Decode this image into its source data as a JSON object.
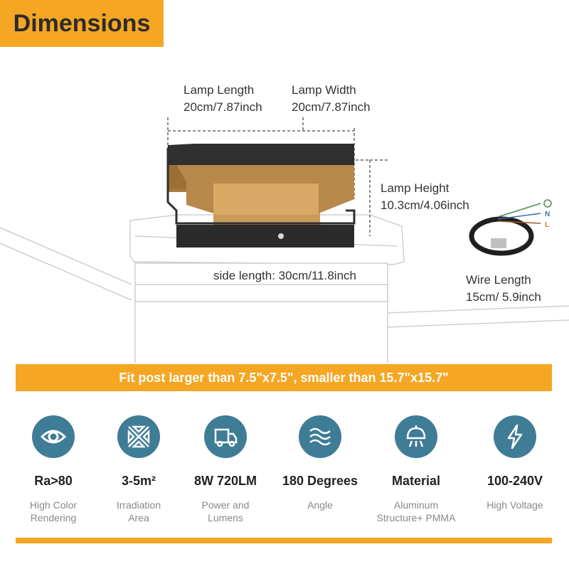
{
  "title": "Dimensions",
  "dimensions": {
    "lamp_length": {
      "label": "Lamp Length",
      "value": "20cm/7.87inch"
    },
    "lamp_width": {
      "label": "Lamp Width",
      "value": "20cm/7.87inch"
    },
    "lamp_height": {
      "label": "Lamp Height",
      "value": "10.3cm/4.06inch"
    },
    "side_length": "side length: 30cm/11.8inch",
    "wire_length": {
      "label": "Wire Length",
      "value": "15cm/ 5.9inch"
    },
    "wire_markers": {
      "n": "N",
      "l": "L"
    }
  },
  "banner": "Fit post larger than 7.5\"x7.5\", smaller than 15.7\"x15.7\"",
  "features": [
    {
      "icon": "eye-icon",
      "title": "Ra>80",
      "sub1": "High Color",
      "sub2": "Rendering"
    },
    {
      "icon": "irradiation-icon",
      "title": "3-5m²",
      "sub1": "Irradiation",
      "sub2": "Area"
    },
    {
      "icon": "truck-icon",
      "title": "8W 720LM",
      "sub1": "Power and",
      "sub2": "Lumens"
    },
    {
      "icon": "waves-icon",
      "title": "180 Degrees",
      "sub1": "Angle",
      "sub2": ""
    },
    {
      "icon": "lamp-icon",
      "title": "Material",
      "sub1": "Aluminum",
      "sub2": "Structure+ PMMA"
    },
    {
      "icon": "lightning-icon",
      "title": "100-240V",
      "sub1": "High Voltage",
      "sub2": ""
    }
  ],
  "colors": {
    "accent": "#f5a623",
    "icon_bg": "#3f7c96",
    "lamp_body": "#2e2e2e",
    "lamp_glow": "#a97a3e"
  }
}
